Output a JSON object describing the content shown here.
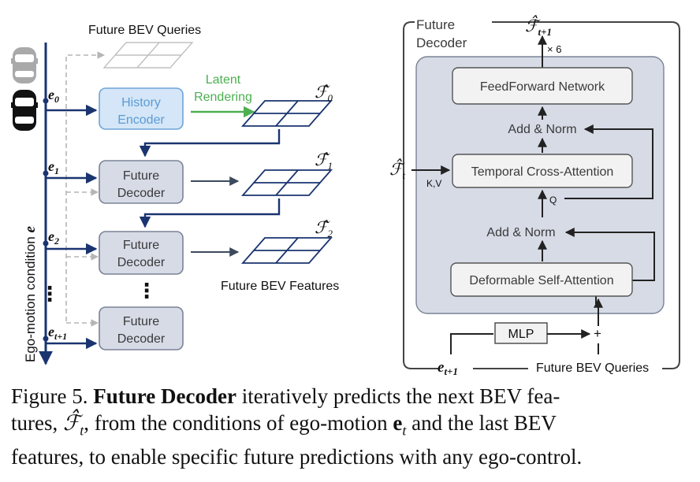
{
  "left": {
    "future_bev_queries": "Future BEV Queries",
    "latent_rendering": [
      "Latent",
      "Rendering"
    ],
    "history_encoder": [
      "History",
      "Encoder"
    ],
    "future_decoder": [
      "Future",
      "Decoder"
    ],
    "future_bev_features": "Future BEV Features",
    "ego_axis_label": "Ego-motion condition",
    "ego_axis_symbol": "e",
    "e_labels": [
      {
        "base": "e",
        "sub": "0"
      },
      {
        "base": "e",
        "sub": "1"
      },
      {
        "base": "e",
        "sub": "2"
      },
      {
        "base": "e",
        "sub": "t+1"
      }
    ],
    "f_labels": [
      {
        "base": "ℱ̂",
        "sub": "0"
      },
      {
        "base": "ℱ̂",
        "sub": "1"
      },
      {
        "base": "ℱ̂",
        "sub": "2"
      }
    ],
    "dots": "⋮"
  },
  "right": {
    "title": [
      "Future",
      "Decoder"
    ],
    "output": {
      "base": "ℱ̂",
      "sub": "t+1"
    },
    "repeat": "× 6",
    "ffn": "FeedForward Network",
    "add_norm_1": "Add & Norm",
    "temporal_attn": "Temporal Cross-Attention",
    "input_f": {
      "base": "ℱ̂",
      "sub": "t"
    },
    "kv": "K,V",
    "q": "Q",
    "add_norm_2": "Add & Norm",
    "deform_attn": "Deformable Self-Attention",
    "plus": "+",
    "mlp": "MLP",
    "e_input": {
      "base": "e",
      "sub": "t+1"
    },
    "future_bev_queries": "Future BEV Queries"
  },
  "caption": {
    "prefix": "Figure 5. ",
    "bold": "Future Decoder",
    "text1": " iteratively predicts the next BEV fea-",
    "text2a": "tures, ",
    "math1": "ℱ̂",
    "math1_sub": "t",
    "text2b": ", from the conditions of ego-motion ",
    "math2": "e",
    "math2_sub": "t",
    "text2c": " and the last BEV",
    "text3": "features, to enable specific future predictions with any ego-control."
  },
  "colors": {
    "navy": "#1a3470",
    "history_fill": "#d4e6f7",
    "history_stroke": "#6ea4d8",
    "history_text": "#5b9bd5",
    "decoder_fill": "#d6dbe6",
    "decoder_stroke": "#7a8395",
    "latent_green": "#4caf50",
    "dashed_grey": "#b5b5b5",
    "right_panel": "#d6dbe6",
    "right_box": "#f2f2f2",
    "text_grey": "#3a3a3a"
  }
}
